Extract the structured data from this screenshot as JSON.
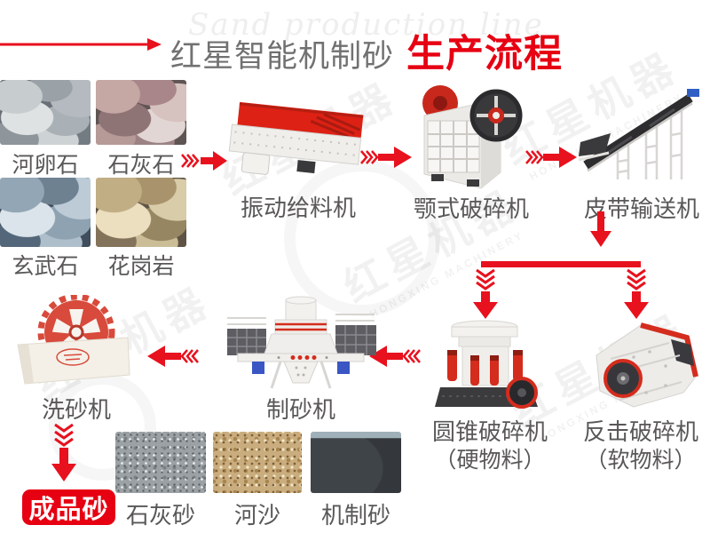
{
  "title": {
    "watermark_en": "Sand production line",
    "prefix": "红星智能机制砂",
    "highlight": "生产流程"
  },
  "watermark": {
    "brand": "红星机器",
    "brand_sub": "HONGXING MACHINERY"
  },
  "colors": {
    "accent_red": "#e60012",
    "arrow_red": "#e8111e",
    "label_gray": "#595757",
    "title_gray": "#727171"
  },
  "materials": [
    {
      "label": "河卵石"
    },
    {
      "label": "石灰石"
    },
    {
      "label": "玄武石"
    },
    {
      "label": "花岗岩"
    }
  ],
  "machines": {
    "feeder": {
      "label": "振动给料机"
    },
    "jaw_crusher": {
      "label": "颚式破碎机"
    },
    "belt_conveyor": {
      "label": "皮带输送机"
    },
    "cone_crusher": {
      "label": "圆锥破碎机",
      "sub": "（硬物料）"
    },
    "impact_crusher": {
      "label": "反击破碎机",
      "sub": "（软物料）"
    },
    "sand_maker": {
      "label": "制砂机"
    },
    "sand_washer": {
      "label": "洗砂机"
    }
  },
  "products": {
    "badge": "成品砂",
    "items": [
      {
        "label": "石灰砂"
      },
      {
        "label": "河沙"
      },
      {
        "label": "机制砂"
      }
    ]
  },
  "icons": {
    "flow_arrow": "red chevron flow arrow",
    "title_arrow": "thin red pointer arrow"
  }
}
